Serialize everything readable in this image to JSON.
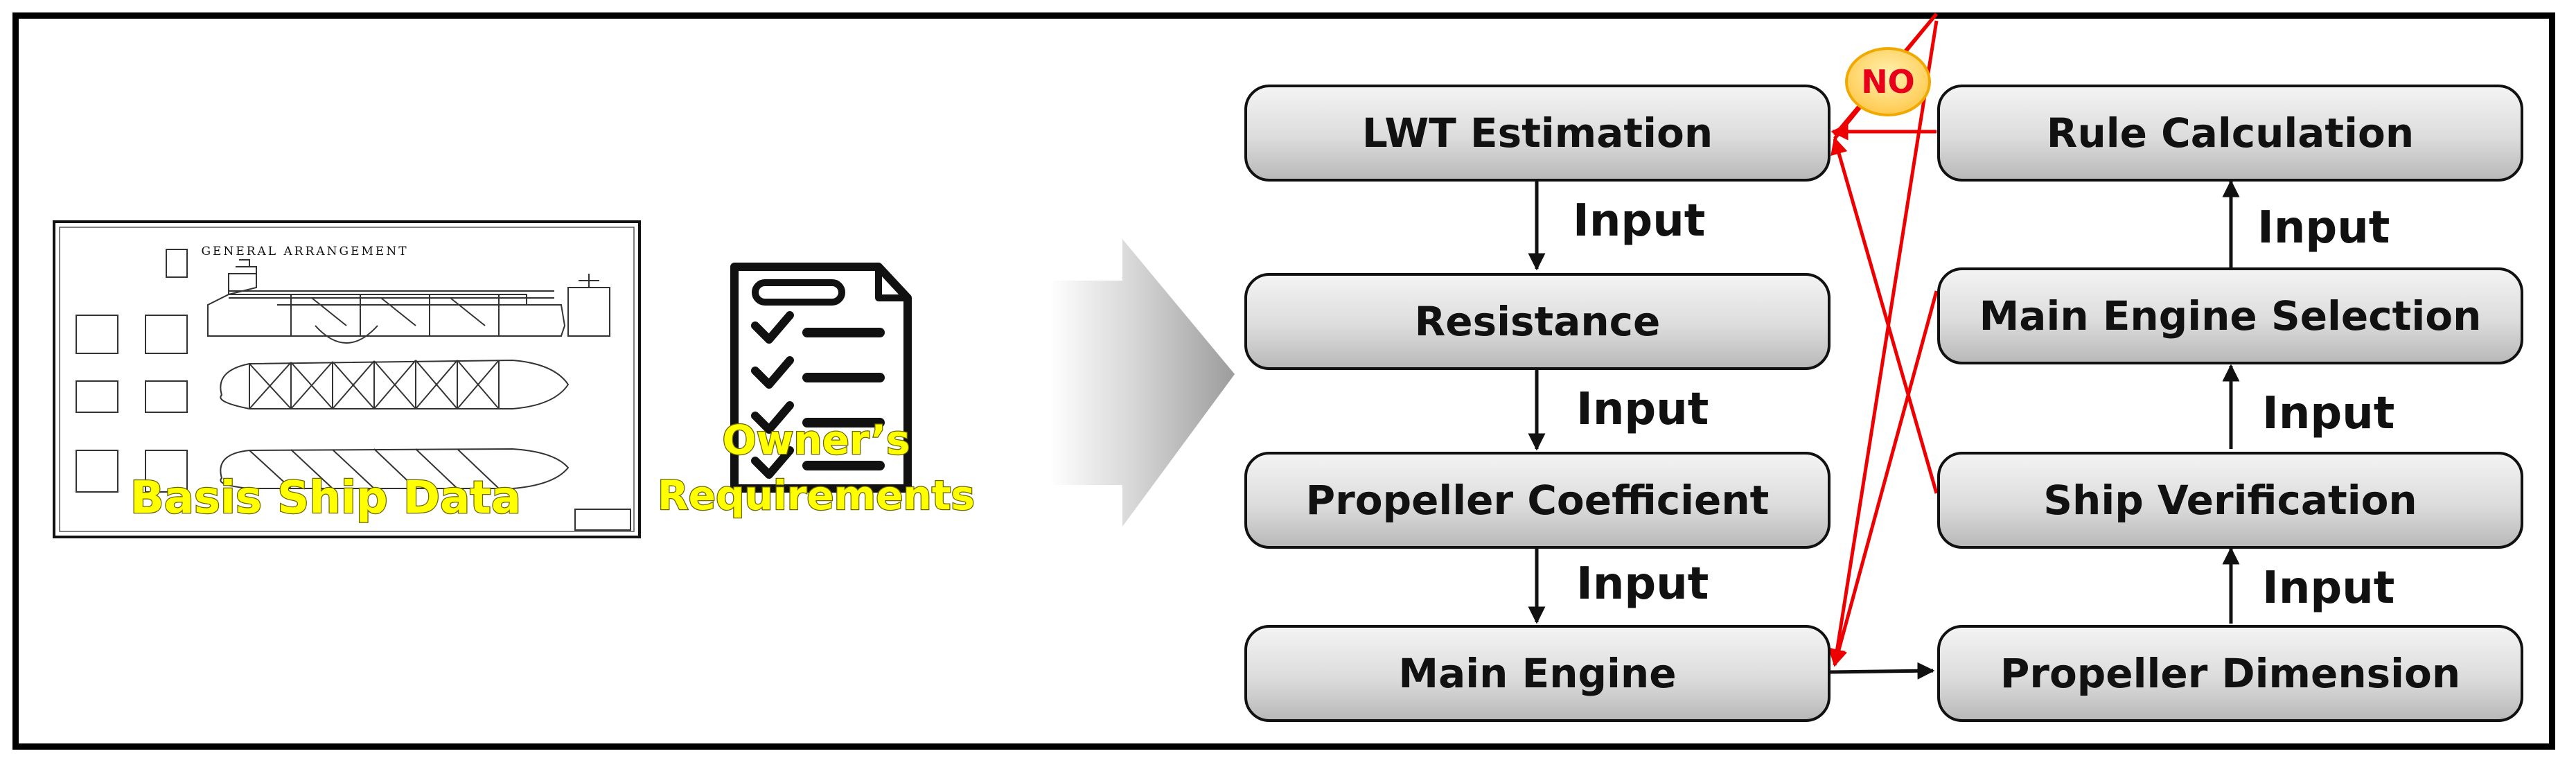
{
  "inputs": {
    "drawing_title": "GENERAL ARRANGEMENT",
    "basis_ship_label": "Basis Ship Data",
    "owner_label_line1": "Owner’s",
    "owner_label_line2": "Requirements"
  },
  "flow": {
    "left_column": [
      "LWT Estimation",
      "Resistance",
      "Propeller Coefficient",
      "Main Engine"
    ],
    "right_column": [
      "Rule Calculation",
      "Main Engine Selection",
      "Ship Verification",
      "Propeller Dimension"
    ],
    "edge_label": "Input",
    "feedback_label": "NO"
  },
  "colors": {
    "feedback_line": "#ee0000",
    "label_yellow": "#ffff00",
    "no_badge_fill": "#ffd966"
  }
}
